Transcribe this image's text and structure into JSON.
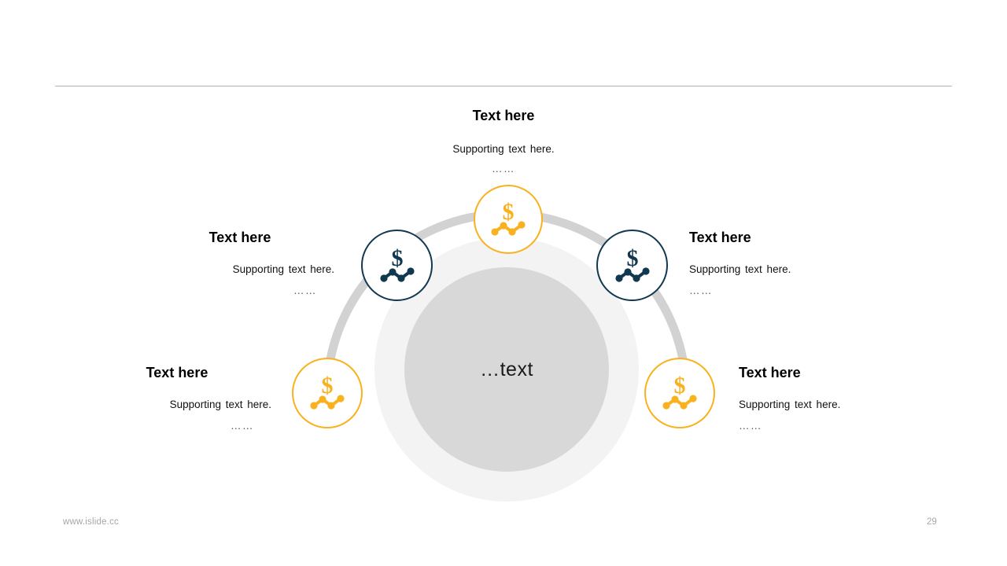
{
  "slide": {
    "background_color": "#ffffff",
    "divider_color": "#b3b3b3"
  },
  "theme": {
    "amber": "#f9b11f",
    "navy": "#103850",
    "center_circle": "#d8d8d8",
    "halo_ring": "#f2f2f2",
    "arc": "#d2d2d2",
    "text_dark": "#000000",
    "text_muted": "#a6a6a6"
  },
  "center": {
    "label": "…text"
  },
  "nodes": [
    {
      "id": "top",
      "icon": "dollar-chart-icon",
      "color": "amber"
    },
    {
      "id": "upleft",
      "icon": "dollar-chart-icon",
      "color": "navy"
    },
    {
      "id": "upright",
      "icon": "dollar-chart-icon",
      "color": "navy"
    },
    {
      "id": "lowleft",
      "icon": "dollar-chart-icon",
      "color": "amber"
    },
    {
      "id": "lowright",
      "icon": "dollar-chart-icon",
      "color": "amber"
    }
  ],
  "labels": {
    "top": {
      "title": "Text here",
      "support": "Supporting text here.",
      "dots": "……"
    },
    "upleft": {
      "title": "Text here",
      "support": "Supporting text here.",
      "dots": "……"
    },
    "upright": {
      "title": "Text here",
      "support": "Supporting text here.",
      "dots": "……"
    },
    "lowleft": {
      "title": "Text here",
      "support": "Supporting text here.",
      "dots": "……"
    },
    "lowright": {
      "title": "Text here",
      "support": "Supporting text here.",
      "dots": "……"
    }
  },
  "footer": {
    "url": "www.islide.cc",
    "page_number": "29"
  }
}
